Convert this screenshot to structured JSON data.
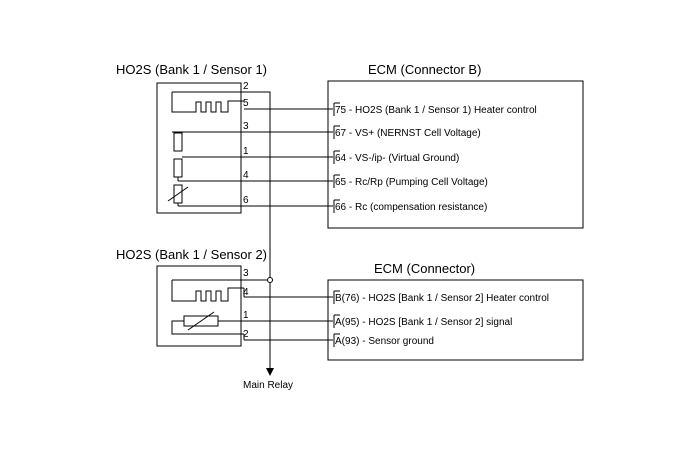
{
  "sensor1": {
    "title": "HO2S (Bank 1 / Sensor 1)",
    "pins": [
      "2",
      "5",
      "3",
      "1",
      "4",
      "6"
    ]
  },
  "sensor2": {
    "title": "HO2S (Bank 1 / Sensor 2)",
    "pins": [
      "3",
      "4",
      "1",
      "2"
    ]
  },
  "ecm_b": {
    "title": "ECM (Connector B)",
    "terminals": [
      {
        "pin": "75",
        "label": " - HO2S (Bank 1 / Sensor 1) Heater control"
      },
      {
        "pin": "67",
        "label": " - VS+ (NERNST Cell Voltage)"
      },
      {
        "pin": "64",
        "label": " - VS-/ip- (Virtual Ground)"
      },
      {
        "pin": "65",
        "label": " - Rc/Rp (Pumping Cell Voltage)"
      },
      {
        "pin": "66",
        "label": " - Rc (compensation resistance)"
      }
    ]
  },
  "ecm": {
    "title": "ECM (Connector)",
    "terminals": [
      {
        "pin": "B",
        "label": "(76) - HO2S [Bank 1 / Sensor 2] Heater control"
      },
      {
        "pin": "A",
        "label": "(95) - HO2S [Bank 1 / Sensor 2] signal"
      },
      {
        "pin": "A",
        "label": "(93) - Sensor ground"
      }
    ]
  },
  "relay": {
    "label": "Main Relay"
  }
}
